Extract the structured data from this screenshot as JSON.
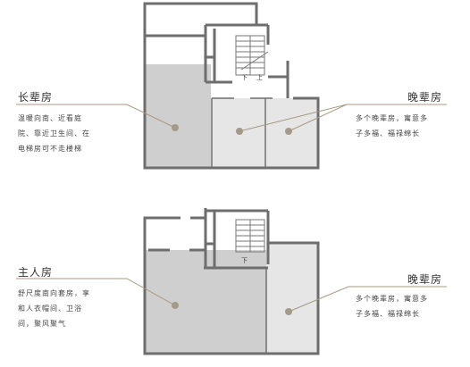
{
  "floor_top": {
    "stair_labels": {
      "down": "下",
      "up": "上"
    },
    "callout_left": {
      "title": "长辈房",
      "desc_lines": [
        "温暖向南、近看庭",
        "院、靠近卫生间、在",
        "电梯房可不走楼梯"
      ]
    },
    "callout_right": {
      "title": "晚辈房",
      "desc_lines": [
        "多个晚辈房，寓意多",
        "子多福、福禄绵长"
      ]
    }
  },
  "floor_bottom": {
    "stair_labels": {
      "down": "下"
    },
    "callout_left": {
      "title": "主人房",
      "desc_lines": [
        "舒尺度南向套房，享",
        "和人衣帽间、卫浴",
        "间，聚风聚气"
      ]
    },
    "callout_right": {
      "title": "晚辈房",
      "desc_lines": [
        "多个晚辈房，寓意多",
        "子多福、福禄绵长"
      ]
    }
  },
  "colors": {
    "wall": "#6e6e6e",
    "room_dark": "#cfcfcf",
    "room_light": "#e6e6e6",
    "accent": "#a89880",
    "dot": "#a59a88"
  }
}
